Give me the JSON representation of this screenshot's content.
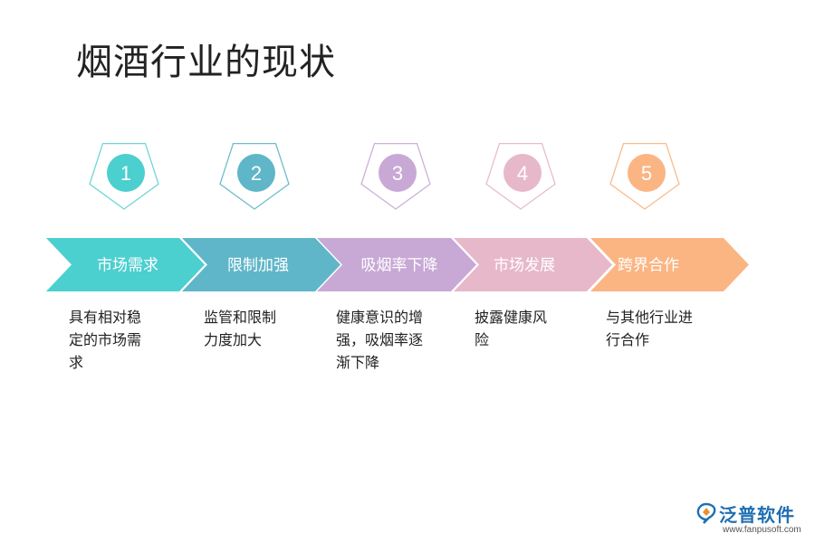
{
  "title": "烟酒行业的现状",
  "steps": [
    {
      "number": "1",
      "label": "市场需求",
      "desc": [
        "具有相对稳",
        "定的市场需",
        "求"
      ],
      "color": "#4ccfcf",
      "border": "#6fd6d6"
    },
    {
      "number": "2",
      "label": "限制加强",
      "desc": [
        "监管和限制",
        "力度加大"
      ],
      "color": "#5fb6c8",
      "border": "#6fbccc"
    },
    {
      "number": "3",
      "label": "吸烟率下降",
      "desc": [
        "健康意识的增",
        "强，吸烟率逐",
        "渐下降"
      ],
      "color": "#c8a9d6",
      "border": "#ccb0da"
    },
    {
      "number": "4",
      "label": "市场发展",
      "desc": [
        "披露健康风",
        "险"
      ],
      "color": "#e7b8ca",
      "border": "#e8bccd"
    },
    {
      "number": "5",
      "label": "跨界合作",
      "desc": [
        "与其他行业进",
        "行合作"
      ],
      "color": "#fbb583",
      "border": "#f9bb8d"
    }
  ],
  "logo": {
    "name": "泛普软件",
    "url": "www.fanpusoft.com",
    "icon": "fanpu-logo-icon",
    "color": "#1f6fb3"
  }
}
